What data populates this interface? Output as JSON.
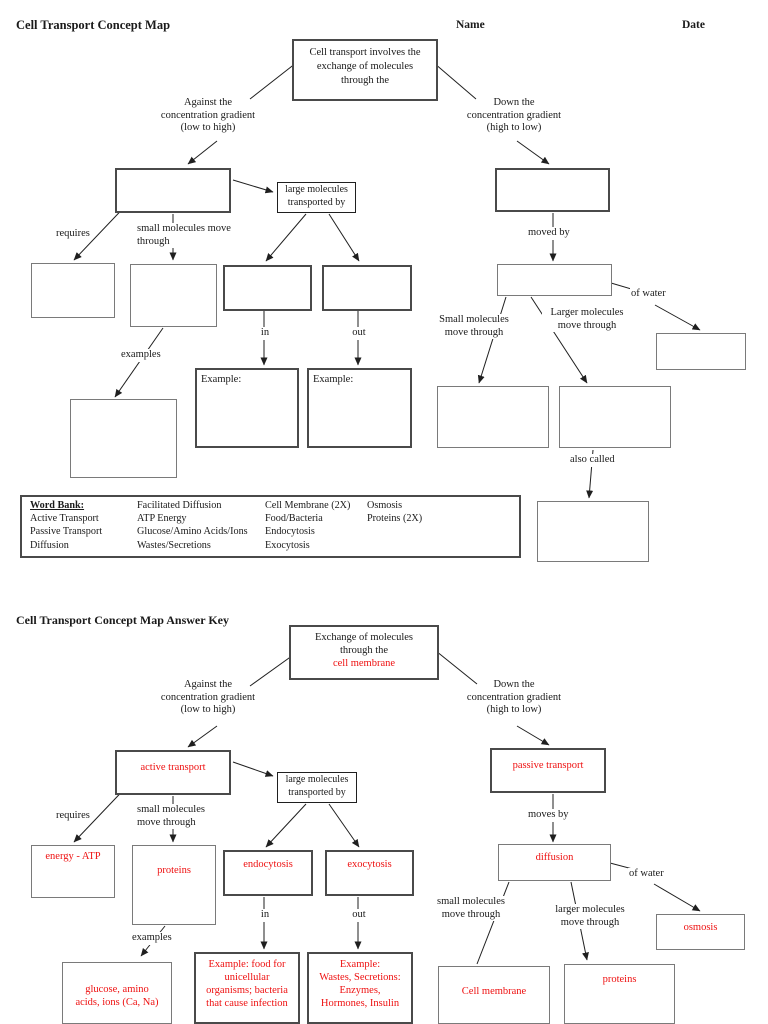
{
  "colors": {
    "answer_red": "#ee1111",
    "text": "#1a1a1a",
    "border": "#4a4a4a",
    "background": "#ffffff"
  },
  "header": {
    "title": "Cell Transport Concept Map",
    "name_label": "Name",
    "date_label": "Date"
  },
  "key_header": {
    "title": "Cell Transport Concept Map Answer Key"
  },
  "blank": {
    "root": "Cell transport involves the\nexchange of molecules\nthrough the",
    "against": "Against the\nconcentration gradient\n(low to high)",
    "down": "Down the\nconcentration gradient\n(high to low)",
    "large": "large molecules\ntransported by",
    "requires": "requires",
    "small_through": "small molecules move\nthrough",
    "in_label": "in",
    "out_label": "out",
    "examples": "examples",
    "example_in": "Example:",
    "example_out": "Example:",
    "moved_by": "moved by",
    "of_water": "of water",
    "small_right": "Small molecules\nmove through",
    "larger_right": "Larger molecules\nmove through",
    "also_called": "also called"
  },
  "word_bank": {
    "header": "Word Bank:",
    "col1": [
      "Active Transport",
      "Passive Transport",
      "Diffusion"
    ],
    "col2": [
      "Facilitated Diffusion",
      "ATP Energy",
      "Glucose/Amino Acids/Ions",
      "Wastes/Secretions"
    ],
    "col3": [
      "Cell Membrane (2X)",
      "Food/Bacteria",
      "Endocytosis",
      "Exocytosis"
    ],
    "col4": [
      "Osmosis",
      "Proteins (2X)"
    ]
  },
  "key": {
    "root_black": "Exchange of molecules\nthrough the",
    "root_answer": "cell membrane",
    "against": "Against the\nconcentration gradient\n(low to high)",
    "down": "Down the\nconcentration gradient\n(high to low)",
    "active": "active transport",
    "passive": "passive transport",
    "large": "large molecules\ntransported by",
    "requires": "requires",
    "small_through": "small molecules\nmove through",
    "energy": "energy - ATP",
    "proteins": "proteins",
    "endocytosis": "endocytosis",
    "exocytosis": "exocytosis",
    "in_label": "in",
    "out_label": "out",
    "examples": "examples",
    "glucose": "glucose, amino\nacids, ions (Ca, Na)",
    "example_in": "Example: food for\nunicellular\norganisms; bacteria\nthat cause infection",
    "example_out": "Example:\nWastes, Secretions:\nEnzymes,\nHormones, Insulin",
    "moves_by": "moves by",
    "diffusion": "diffusion",
    "of_water": "of water",
    "small_right": "small molecules\nmove through",
    "larger_right": "larger molecules\nmove through",
    "osmosis": "osmosis",
    "cell_membrane": "Cell membrane",
    "proteins_right": "proteins"
  }
}
